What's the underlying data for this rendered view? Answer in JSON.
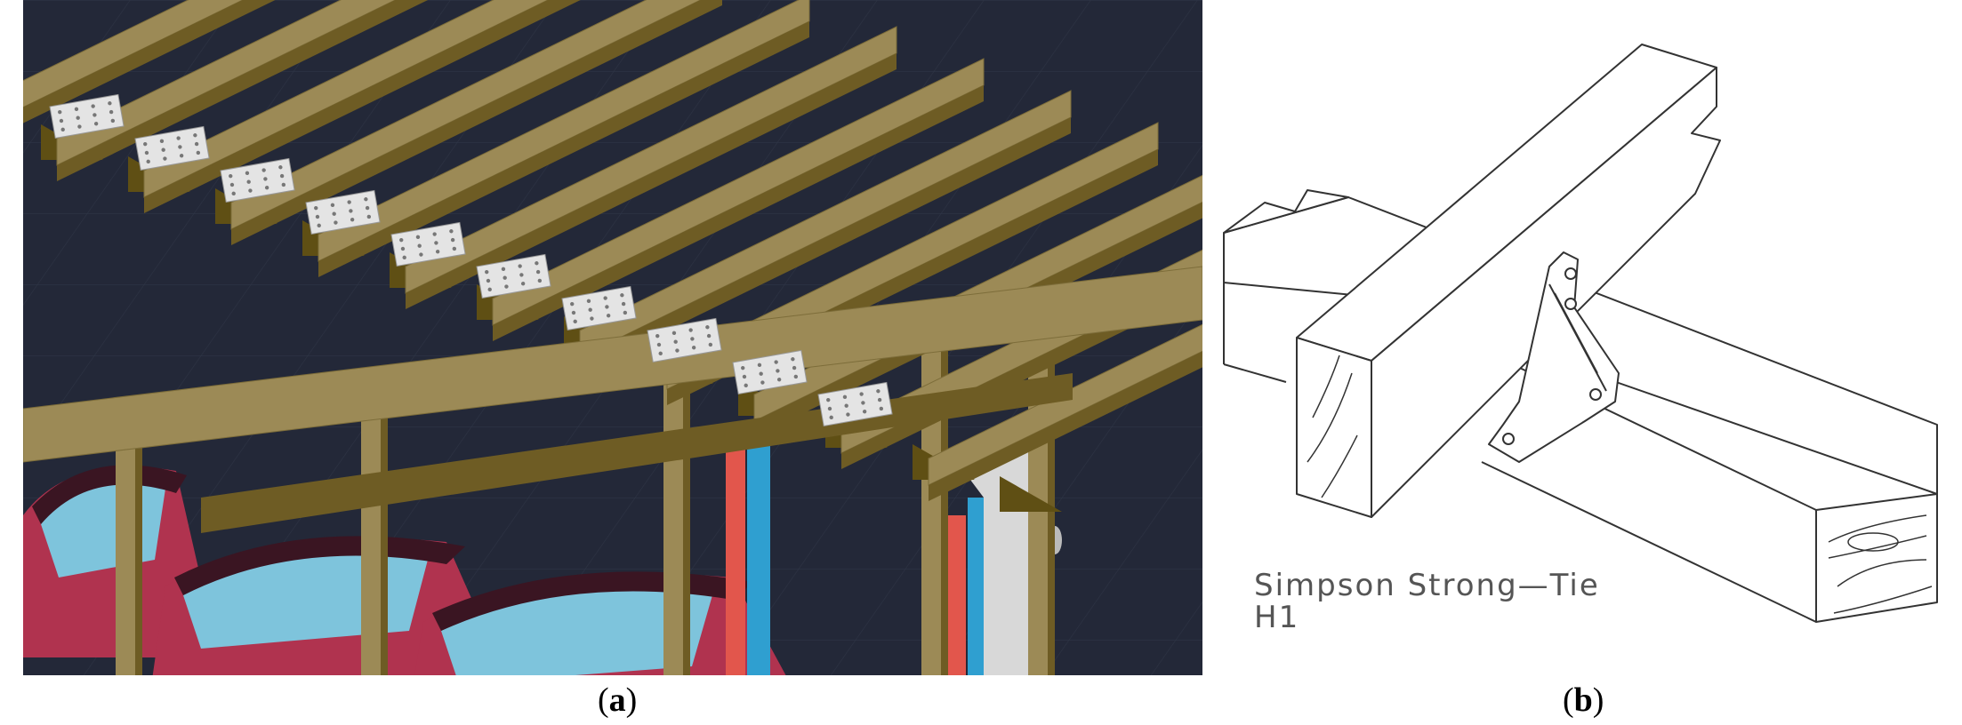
{
  "panels": {
    "a": {
      "caption_open": "(",
      "caption_letter": "a",
      "caption_close": ")",
      "colors": {
        "background": "#232838",
        "timber": "#9c8a56",
        "timber_dark": "#5f4f14",
        "timber_shadow": "#6e5c24",
        "plate": "#e4e4e4",
        "car_body": "#b0334f",
        "car_glass": "#7ec4dc",
        "car_roof": "#3a1522",
        "pipe_blue": "#2f9fd0",
        "pipe_red": "#e2564c"
      },
      "rafter_count": 12,
      "plate_count": 10
    },
    "b": {
      "caption_open": "(",
      "caption_letter": "b",
      "caption_close": ")",
      "label_line1": "Simpson  Strong—Tie",
      "label_line2": "H1",
      "colors": {
        "line": "#333333",
        "label": "#555555"
      }
    }
  }
}
